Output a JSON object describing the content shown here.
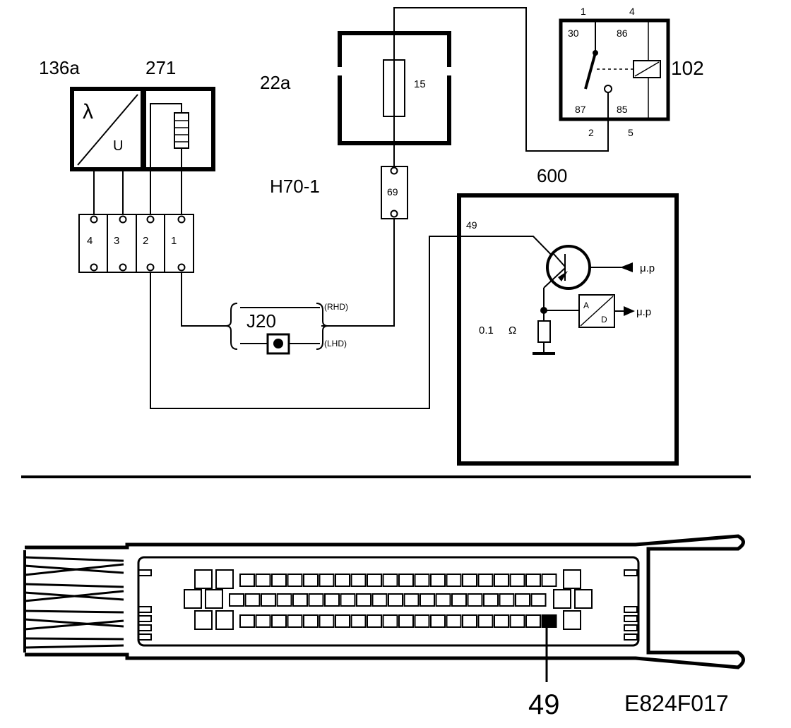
{
  "components": {
    "lambda_sensor": {
      "id": "136a",
      "symbol_top": "λ",
      "symbol_bottom": "U"
    },
    "heater": {
      "id": "271"
    },
    "fuse_box": {
      "id": "22a",
      "fuse": "15"
    },
    "relay": {
      "id": "102",
      "pins": {
        "p30": "30",
        "p86": "86",
        "p87": "87",
        "p85": "85"
      },
      "terminals": {
        "t1": "1",
        "t4": "4",
        "t2": "2",
        "t5": "5"
      }
    },
    "connector_h70": {
      "id": "H70-1",
      "pin": "69"
    },
    "connector_4pin": {
      "pins": [
        "4",
        "3",
        "2",
        "1"
      ]
    },
    "junction": {
      "id": "J20",
      "rhd": "(RHD)",
      "lhd": "(LHD)"
    },
    "ecu": {
      "id": "600",
      "pin": "49",
      "resistor": "0.1",
      "ohm": "Ω",
      "ad_top": "A",
      "ad_bottom": "D",
      "mu_p_1": "μ.p",
      "mu_p_2": "μ.p"
    }
  },
  "connector_view": {
    "highlight_pin": "49",
    "figure_code": "E824F017"
  }
}
